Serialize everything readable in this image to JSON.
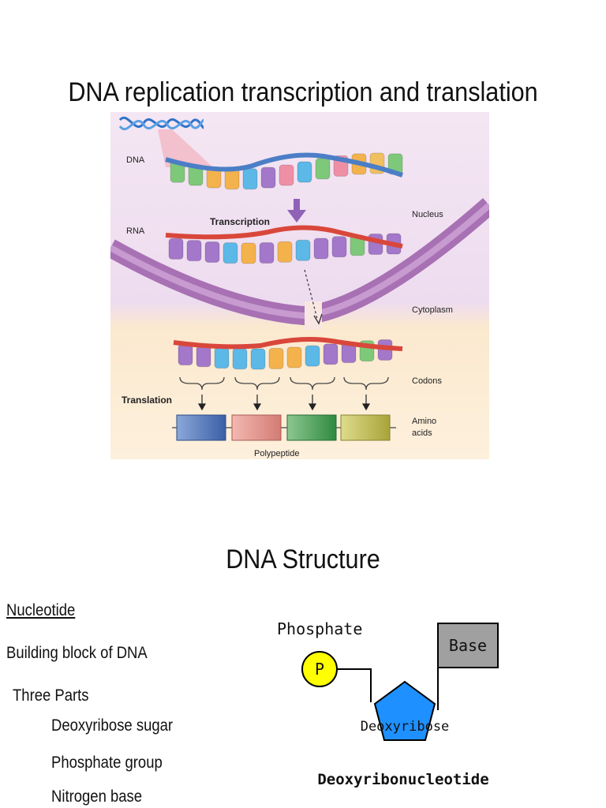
{
  "slide1": {
    "title": "DNA replication transcription and translation",
    "labels": {
      "dna": "DNA",
      "rna": "RNA",
      "transcription": "Transcription",
      "nucleus": "Nucleus",
      "cytoplasm": "Cytoplasm",
      "codons": "Codons",
      "translation": "Translation",
      "amino1": "Amino",
      "amino2": "acids",
      "polypeptide": "Polypeptide"
    },
    "colors": {
      "background_top": "#f1e0f0",
      "background_bottom": "#fbe9cf",
      "membrane": "#a871b4",
      "dna_backbone": "#4b7ec6",
      "rna_backbone": "#d9473b",
      "arrow": "#9062b7"
    }
  },
  "slide2": {
    "title": "DNA Structure",
    "bullets": {
      "nucleotide": "Nucleotide",
      "building_block": "Building block of DNA",
      "three_parts": "Three Parts",
      "sugar": "Deoxyribose sugar",
      "phosphate_group": "Phosphate group",
      "nitrogen_base": "Nitrogen base"
    },
    "diagram": {
      "phosphate_label": "Phosphate",
      "p_symbol": "P",
      "base_label": "Base",
      "sugar_label": "Deoxyribose",
      "caption": "Deoxyribonucleotide",
      "colors": {
        "phosphate": "#ffff00",
        "sugar": "#1e90ff",
        "base": "#a0a0a0"
      }
    }
  }
}
